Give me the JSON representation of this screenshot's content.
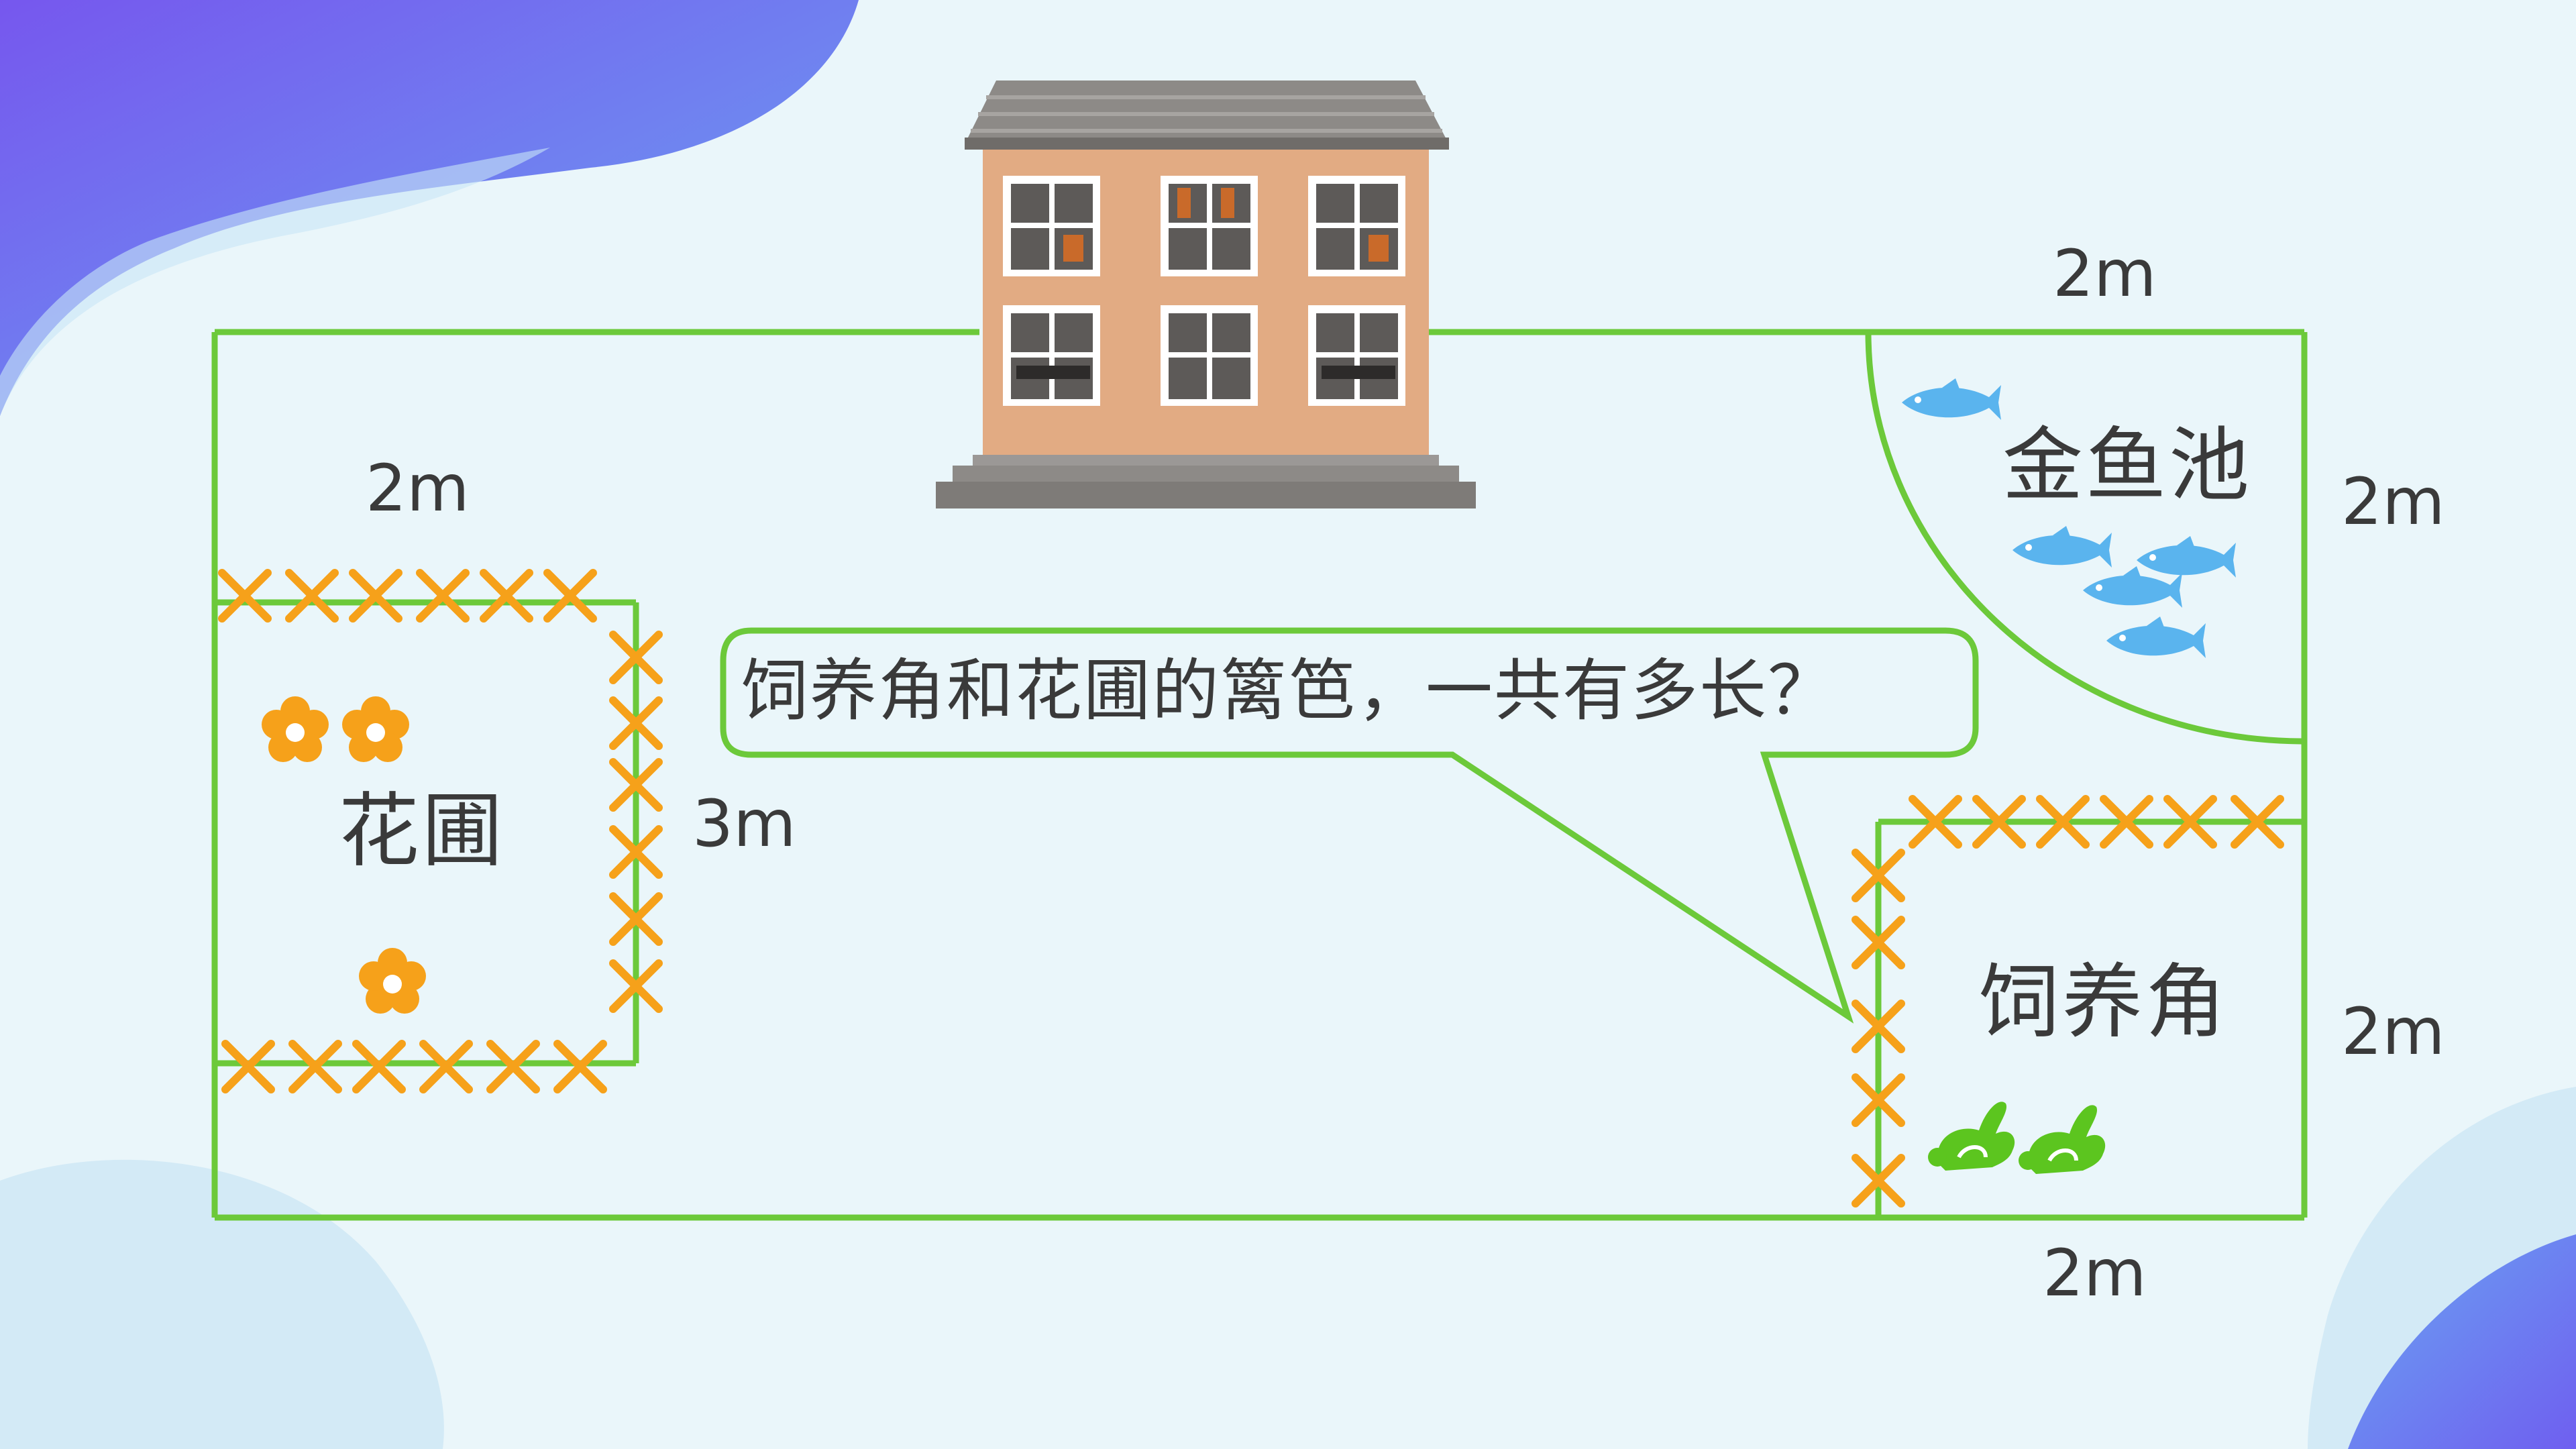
{
  "colors": {
    "fence_line": "#6cc93a",
    "cross_mark": "#f6a11a",
    "fish": "#5ab4ee",
    "rabbit": "#5cc51f",
    "flower": "#f6a11a",
    "background": "#eaf6fa",
    "blob_purple": "#7b5cf0",
    "blob_blue": "#76b7f3"
  },
  "dims": {
    "top_right_width": "2m",
    "right_pond_height": "2m",
    "left_top": "2m",
    "garden_height": "3m",
    "feeding_height": "2m",
    "feeding_width": "2m"
  },
  "zones": {
    "garden": "花圃",
    "pond": "金鱼池",
    "feeding": "饲养角"
  },
  "question": "饲养角和花圃的篱笆，一共有多长？",
  "icons": {
    "house": "school-building-icon",
    "fish": "fish-icon",
    "rabbit": "rabbit-icon",
    "flower": "flower-icon",
    "fence": "fence-cross-icon"
  }
}
